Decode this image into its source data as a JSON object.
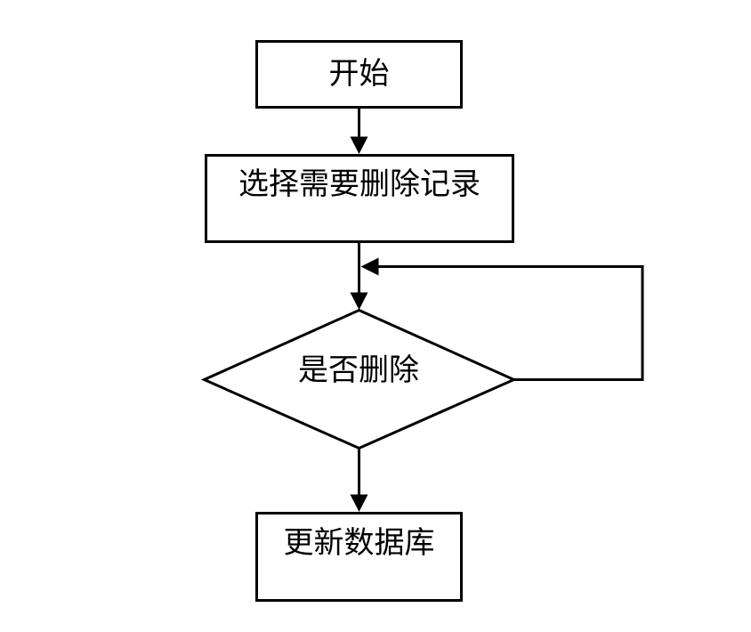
{
  "diagram": {
    "type": "flowchart",
    "colors": {
      "stroke": "#000000",
      "background": "#ffffff",
      "text": "#000000"
    },
    "nodes": [
      {
        "id": "start",
        "shape": "rectangle",
        "label": "开始"
      },
      {
        "id": "select-records",
        "shape": "rectangle",
        "label": "选择需要删除记录"
      },
      {
        "id": "confirm-delete",
        "shape": "diamond",
        "label": "是否删除"
      },
      {
        "id": "update-database",
        "shape": "rectangle",
        "label": "更新数据库"
      }
    ],
    "edges": [
      {
        "from": "start",
        "to": "select-records",
        "style": "arrow-down"
      },
      {
        "from": "select-records",
        "to": "confirm-delete",
        "style": "arrow-down"
      },
      {
        "from": "confirm-delete",
        "to": "select-records-connector",
        "style": "loop-right-up-left-arrow"
      },
      {
        "from": "confirm-delete",
        "to": "update-database",
        "style": "arrow-down"
      }
    ]
  }
}
